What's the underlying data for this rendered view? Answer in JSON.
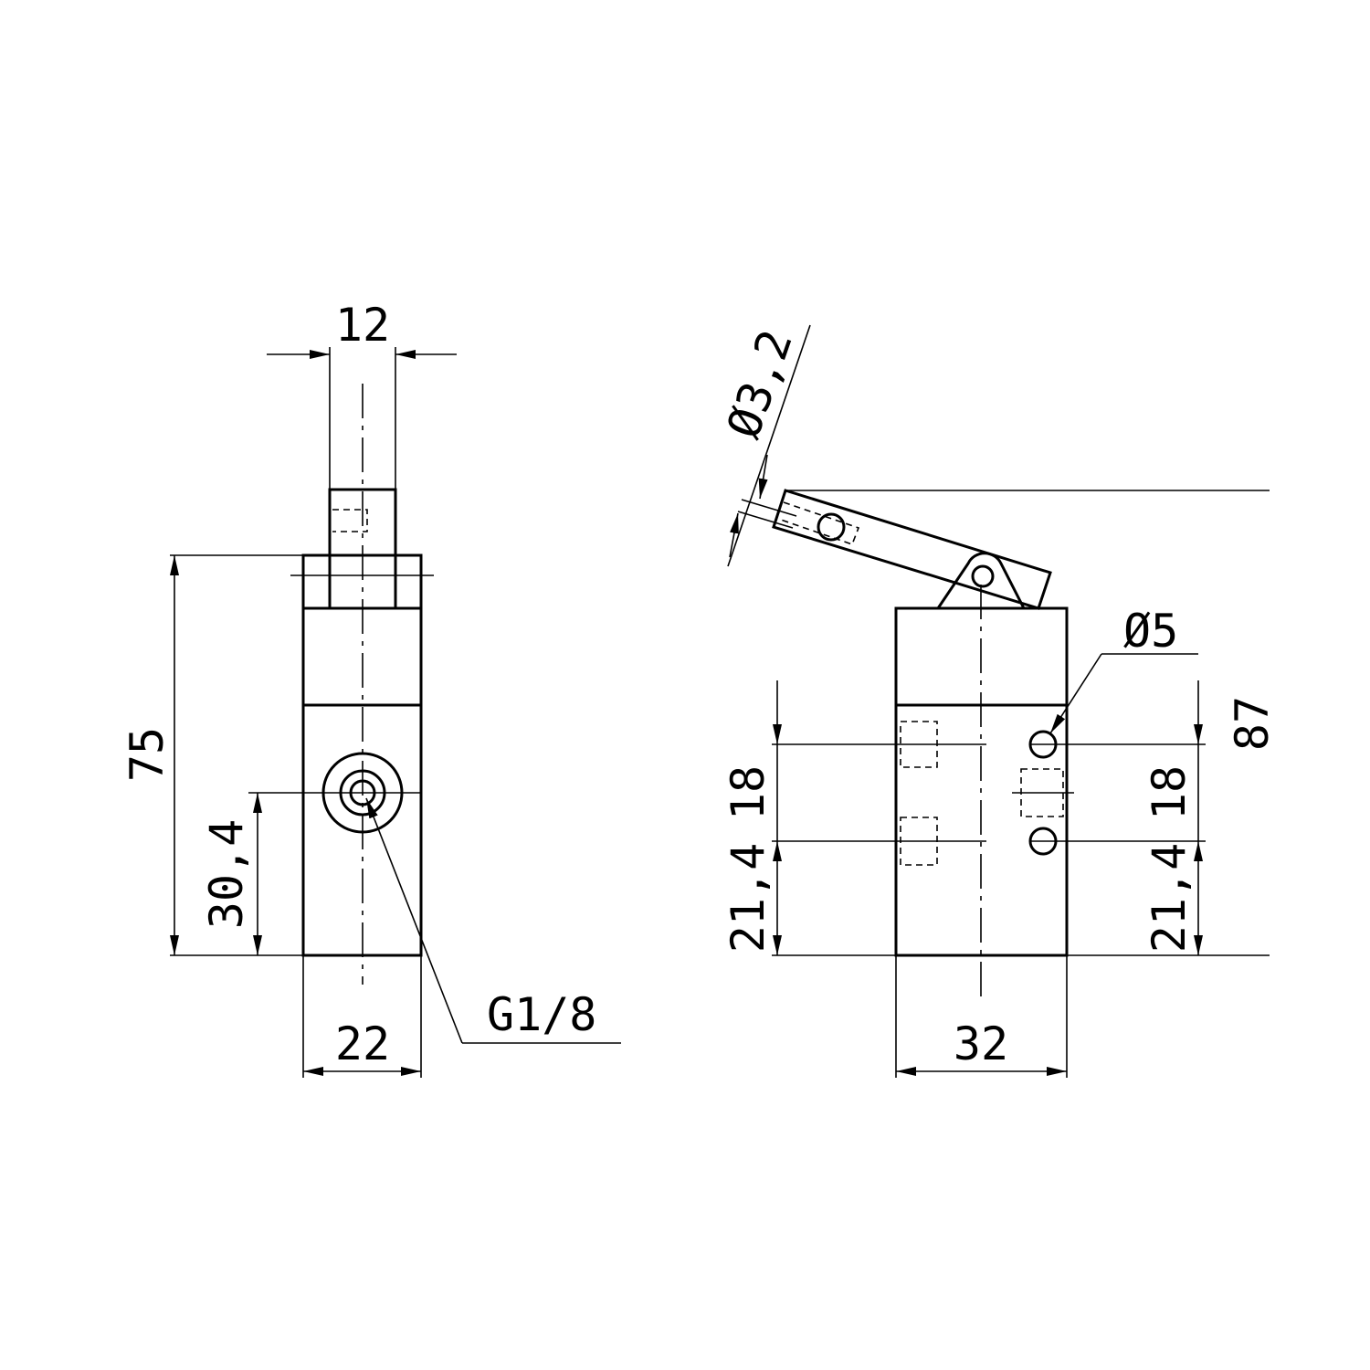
{
  "front_view": {
    "dim_top_width": "12",
    "dim_overall_height": "75",
    "dim_port_height": "30,4",
    "dim_bottom_width": "22",
    "port_thread": "G1/8"
  },
  "side_view": {
    "dim_pin_diameter": "Ø3,2",
    "dim_hole_diameter": "Ø5",
    "dim_overall_height": "87",
    "dim_left_pitch": "18",
    "dim_left_bottom": "21,4",
    "dim_right_pitch": "18",
    "dim_right_bottom": "21,4",
    "dim_width": "32"
  }
}
